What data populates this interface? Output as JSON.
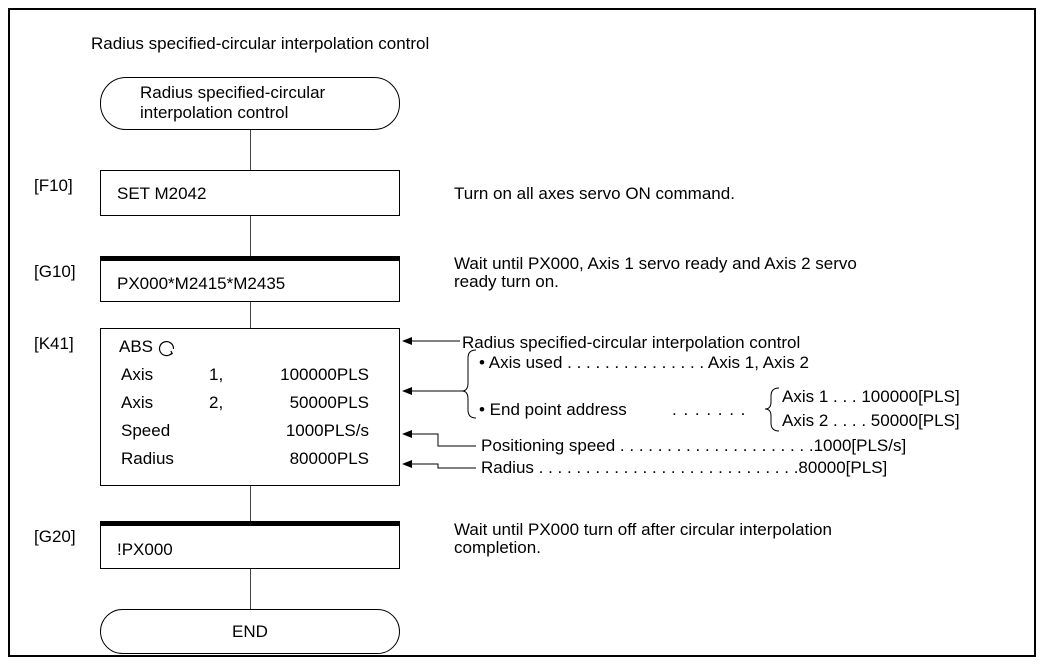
{
  "title": "Radius specified-circular interpolation control",
  "start_label_line1": "Radius specified-circular",
  "start_label_line2": "interpolation control",
  "end_label": "END",
  "steps": {
    "f10": {
      "tag": "[F10]",
      "text": "SET M2042",
      "comment": "Turn on all axes servo ON command."
    },
    "g10": {
      "tag": "[G10]",
      "text": "PX000*M2415*M2435",
      "comment_line1": "Wait until PX000, Axis 1 servo ready and Axis 2 servo",
      "comment_line2": "ready turn on."
    },
    "k41": {
      "tag": "[K41]",
      "instruction": "ABS",
      "rows": [
        {
          "name": "Axis",
          "num": "1,",
          "value": "100000PLS"
        },
        {
          "name": "Axis",
          "num": "2,",
          "value": "50000PLS"
        },
        {
          "name": "Speed",
          "num": "",
          "value": "1000PLS/s"
        },
        {
          "name": "Radius",
          "num": "",
          "value": "80000PLS"
        }
      ]
    },
    "g20": {
      "tag": "[G20]",
      "text": "!PX000",
      "comment_line1": "Wait until PX000 turn off after circular interpolation",
      "comment_line2": "completion."
    }
  },
  "annotations": {
    "control": "Radius specified-circular interpolation control",
    "axis_used": "• Axis used . . . . . . . . . . . . . . . Axis 1, Axis 2",
    "end_point": "• End point address",
    "end_point_dots": ". . . . . . .",
    "axis1": "Axis 1 . . . 100000[PLS]",
    "axis2": "Axis 2 . . . . 50000[PLS]",
    "speed": "Positioning speed . . . . . . . . . . . . . . . . . . . . .1000[PLS/s]",
    "radius": "Radius . . . . . . . . . . . . . . . . . . . . . . . . . . . .80000[PLS]"
  }
}
